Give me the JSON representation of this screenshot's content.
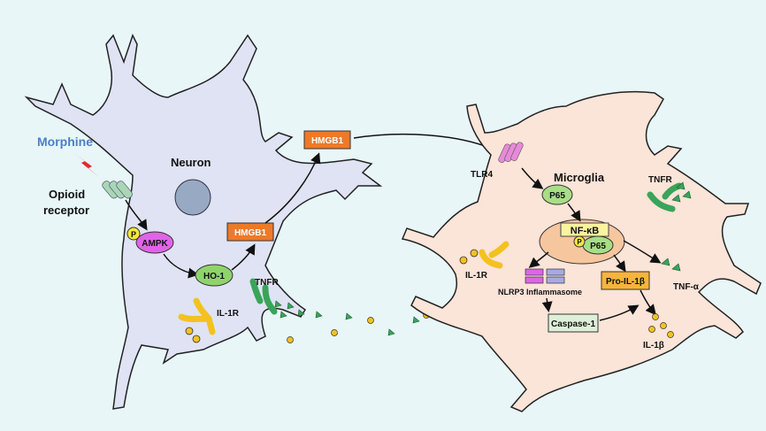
{
  "stimulus": "Morphine",
  "receptor_line1": "Opioid",
  "receptor_line2": "receptor",
  "neuron": {
    "title": "Neuron",
    "phospho": "P",
    "ampk": "AMPK",
    "ho1": "HO-1",
    "hmgb1_inner": "HMGB1",
    "il1r": "IL-1R",
    "tnfr": "TNFR"
  },
  "hmgb1_released": "HMGB1",
  "microglia": {
    "title": "Microglia",
    "tlr4": "TLR4",
    "p65": "P65",
    "nfkb": "NF-κB",
    "phospho": "P",
    "p65_complex": "P65",
    "nlrp3": "NLRP3 Inflammasome",
    "caspase1": "Caspase-1",
    "pro_il1b": "Pro-IL-1β",
    "il1r": "IL-1R",
    "tnfr": "TNFR",
    "tnfa": "TNF-α",
    "il1b": "IL-1β"
  },
  "colors": {
    "background": "#e8f6f8",
    "neuron_body": "#dfe3f3",
    "microglia_body": "#fbe4d8",
    "nucleus_neuron": "#98a9c3",
    "nucleus_microglia": "#f6c69f",
    "ampk": "#e064e8",
    "ho1": "#8fd46a",
    "hmgb1": "#ec7a2a",
    "tnfr_triangle": "#3aa45a",
    "il1_dot": "#f3c21f",
    "morphine_text": "#4d7fc6",
    "lightning": "#e8262a"
  }
}
